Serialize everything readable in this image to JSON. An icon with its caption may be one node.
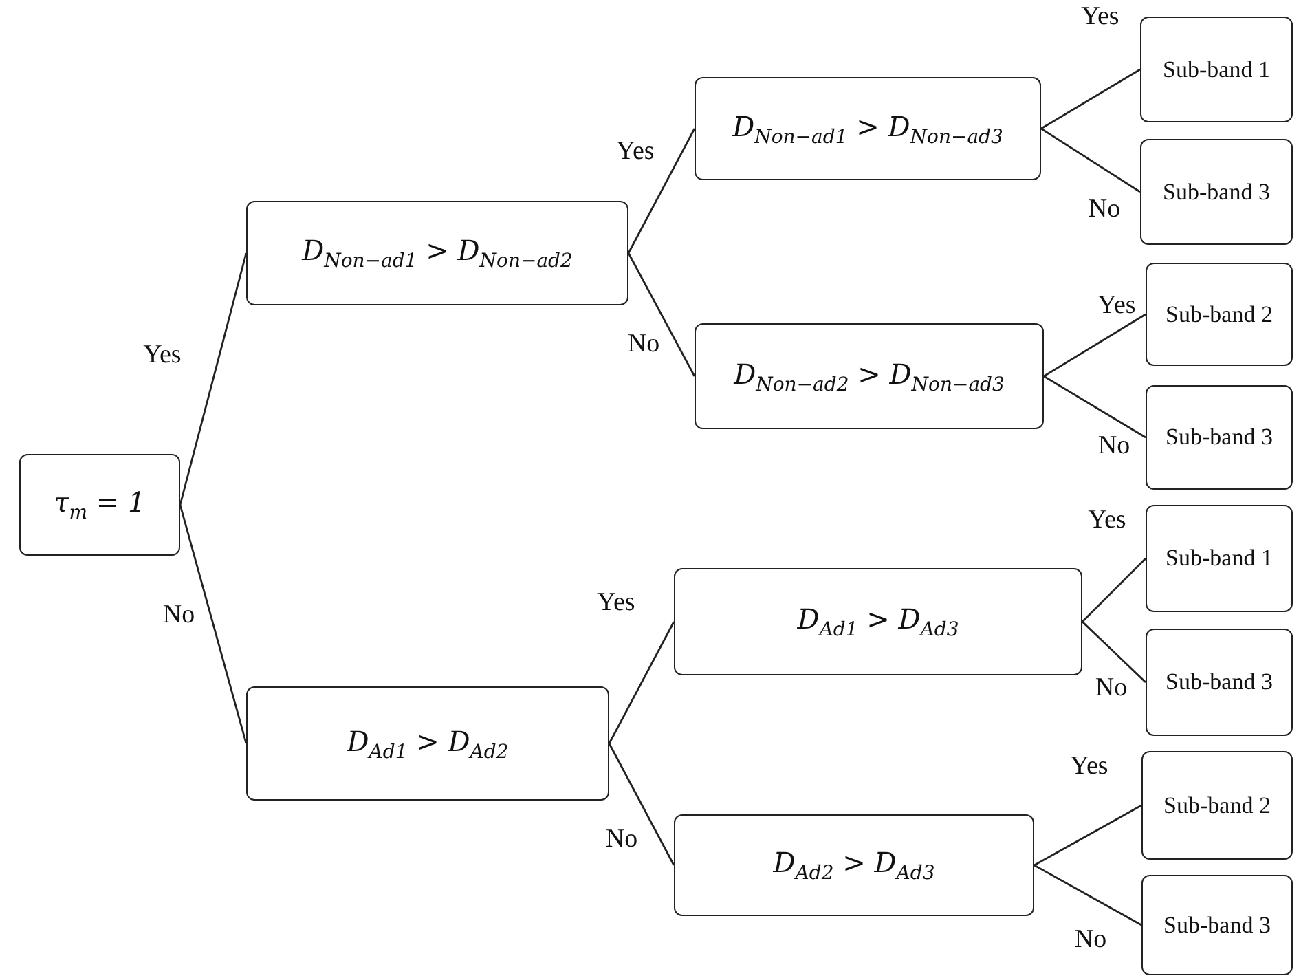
{
  "diagram": {
    "nodes": [
      {
        "text": [
          "τ$_{m}$ = 1"
        ]
      },
      {
        "text": [
          "D$_{Non−ad}$$_{1}$ > D$_{Non−ad}$$_{2}$"
        ]
      },
      {
        "text": [
          "D$_{Ad}$$_{1}$ > D$_{Ad}$$_{2}$"
        ]
      },
      {
        "text": [
          "D$_{Non−ad}$$_{1}$ > D$_{Non−ad}$$_{3}$"
        ]
      },
      {
        "text": [
          "D$_{Non−ad}$$_{2}$ > D$_{Non−ad}$$_{3}$"
        ]
      },
      {
        "text": [
          "D$_{Ad}$$_{1}$ > D$_{Ad}$$_{3}$"
        ]
      },
      {
        "text": [
          "D$_{Ad}$$_{2}$ > D$_{Ad}$$_{3}$"
        ]
      },
      {
        "text": [
          "Sub-band 1"
        ]
      },
      {
        "text": [
          "Sub-band 3"
        ]
      },
      {
        "text": [
          "Sub-band 2"
        ]
      },
      {
        "text": [
          "Sub-band 3"
        ]
      },
      {
        "text": [
          "Sub-band 1"
        ]
      },
      {
        "text": [
          "Sub-band 3"
        ]
      },
      {
        "text": [
          "Sub-band 2"
        ]
      },
      {
        "text": [
          "Sub-band 3"
        ]
      }
    ],
    "edges": [
      {
        "from": 0,
        "to": 1,
        "arrow": "none",
        "label": "Yes"
      },
      {
        "from": 0,
        "to": 2,
        "arrow": "none",
        "label": "No"
      },
      {
        "from": 1,
        "to": 3,
        "arrow": "none",
        "label": "Yes"
      },
      {
        "from": 1,
        "to": 4,
        "arrow": "none",
        "label": "No"
      },
      {
        "from": 2,
        "to": 5,
        "arrow": "none",
        "label": "Yes"
      },
      {
        "from": 2,
        "to": 6,
        "arrow": "none",
        "label": "No"
      },
      {
        "from": 3,
        "to": 7,
        "arrow": "none",
        "label": "Yes"
      },
      {
        "from": 3,
        "to": 8,
        "arrow": "none",
        "label": "No"
      },
      {
        "from": 4,
        "to": 9,
        "arrow": "none",
        "label": "Yes"
      },
      {
        "from": 4,
        "to": 10,
        "arrow": "none",
        "label": "No"
      },
      {
        "from": 5,
        "to": 11,
        "arrow": "none",
        "label": "Yes"
      },
      {
        "from": 5,
        "to": 12,
        "arrow": "none",
        "label": "No"
      },
      {
        "from": 6,
        "to": 13,
        "arrow": "none",
        "label": "Yes"
      },
      {
        "from": 6,
        "to": 14,
        "arrow": "none",
        "label": "No"
      }
    ]
  }
}
